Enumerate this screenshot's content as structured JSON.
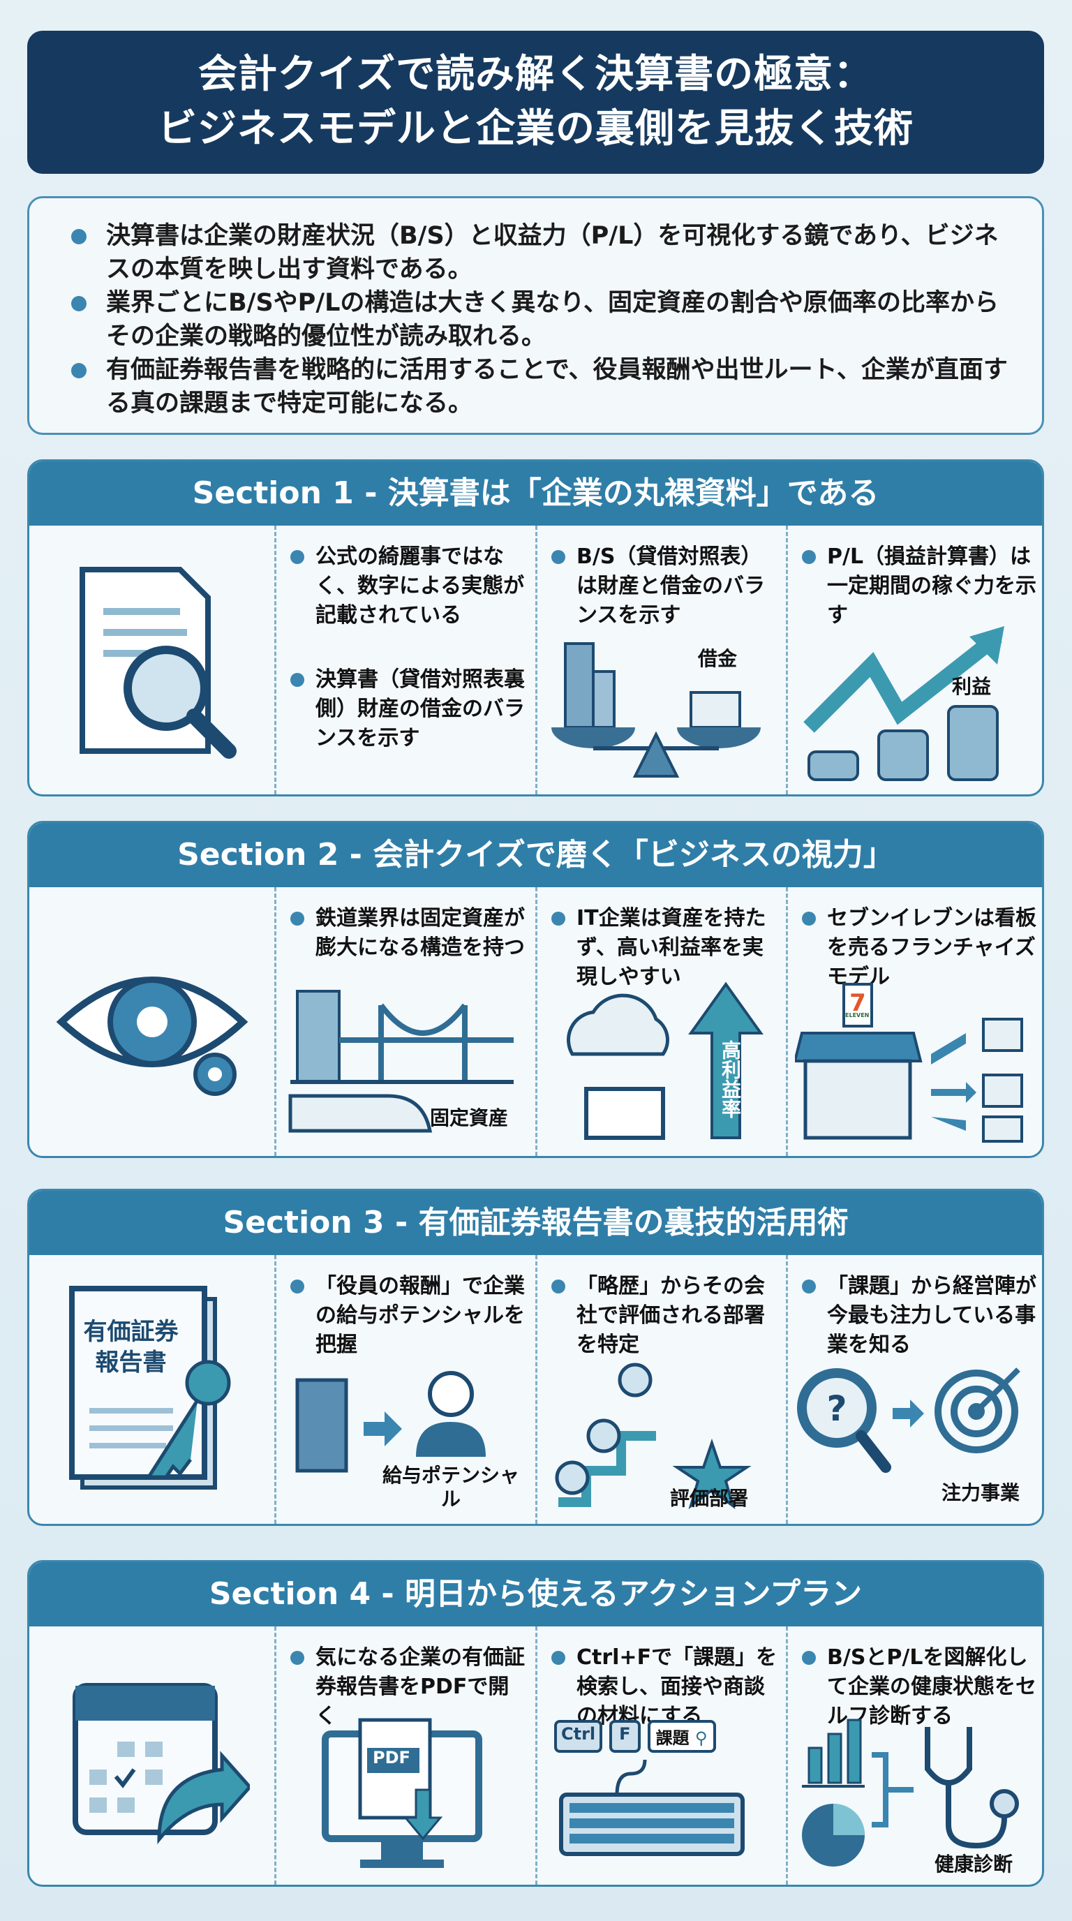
{
  "title": {
    "line1": "会計クイズで読み解く決算書の極意：",
    "line2": "ビジネスモデルと企業の裏側を見抜く技術"
  },
  "summary": [
    "決算書は企業の財産状況（B/S）と収益力（P/L）を可視化する鏡であり、ビジネスの本質を映し出す資料である。",
    "業界ごとにB/SやP/Lの構造は大きく異なり、固定資産の割合や原価率の比率からその企業の戦略的優位性が読み取れる。",
    "有価証券報告書を戦略的に活用することで、役員報酬や出世ルート、企業が直面する真の課題まで特定可能になる。"
  ],
  "sections": [
    {
      "title": "Section 1 - 決算書は「企業の丸裸資料」である",
      "icon": "document-magnifier-icon",
      "cols": [
        {
          "bullets": [
            "公式の綺麗事ではなく、数字による実態が記載されている",
            "決算書（貸借対照表裏側）財産の借金のバランスを示す"
          ]
        },
        {
          "bullets": [
            "B/S（貸借対照表）は財産と借金のバランスを示す"
          ],
          "label": "借金"
        },
        {
          "bullets": [
            "P/L（損益計算書）は一定期間の稼ぐ力を示す"
          ],
          "label": "利益"
        }
      ]
    },
    {
      "title": "Section 2 - 会計クイズで磨く「ビジネスの視力」",
      "icon": "eye-gear-icon",
      "cols": [
        {
          "bullets": [
            "鉄道業界は固定資産が膨大になる構造を持つ"
          ],
          "label": "固定資産"
        },
        {
          "bullets": [
            "IT企業は資産を持たず、高い利益率を実現しやすい"
          ],
          "label": "高利益率"
        },
        {
          "bullets": [
            "セブンイレブンは看板を売るフランチャイズモデル"
          ],
          "label": "ELEVEN"
        }
      ]
    },
    {
      "title": "Section 3 - 有価証券報告書の裏技的活用術",
      "icon": "report-key-icon",
      "icon_label": "有価証券報告書",
      "cols": [
        {
          "bullets": [
            "「役員の報酬」で企業の給与ポテンシャルを把握"
          ],
          "label": "給与ポテンシャル"
        },
        {
          "bullets": [
            "「略歴」からその会社で評価される部署を特定"
          ],
          "label": "評価部署"
        },
        {
          "bullets": [
            "「課題」から経営陣が今最も注力している事業を知る"
          ],
          "label": "注力事業"
        }
      ]
    },
    {
      "title": "Section 4 - 明日から使えるアクションプラン",
      "icon": "calendar-arrow-icon",
      "cols": [
        {
          "bullets": [
            "気になる企業の有価証券報告書をPDFで開く"
          ],
          "label": "PDF"
        },
        {
          "bullets": [
            "Ctrl+Fで「課題」を検索し、面接や商談の材料にする"
          ],
          "keys": [
            "Ctrl",
            "F",
            "課題"
          ]
        },
        {
          "bullets": [
            "B/SとP/Lを図解化して企業の健康状態をセルフ診断する"
          ],
          "label": "健康診断"
        }
      ]
    }
  ],
  "colors": {
    "navy": "#163a5f",
    "accent": "#2f7ea8",
    "teal": "#3b9ab0"
  }
}
